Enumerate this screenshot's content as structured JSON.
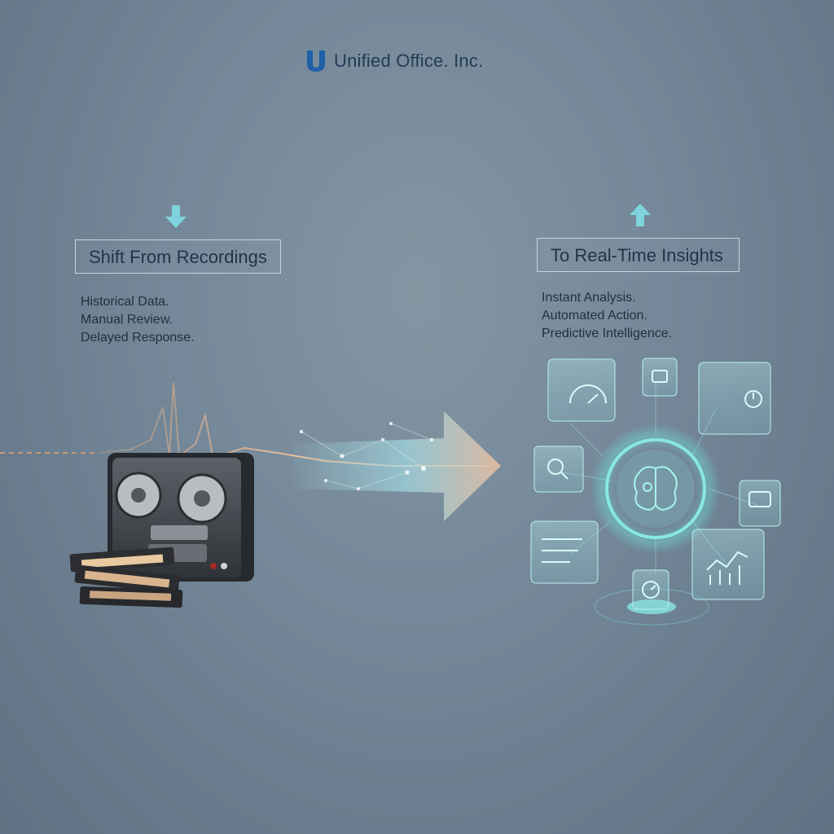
{
  "brand": {
    "name": "Unified Office. Inc.",
    "logo_letter": "U",
    "logo_color": "#1e5fa8"
  },
  "left": {
    "title": "Shift From Recordings",
    "items": [
      "Historical Data.",
      "Manual Review.",
      "Delayed Response."
    ],
    "arrow_icon": "arrow-down-icon"
  },
  "right": {
    "title": "To Real-Time Insights",
    "items": [
      "Instant Analysis.",
      "Automated Action.",
      "Predictive Intelligence."
    ],
    "arrow_icon": "arrow-up-icon"
  },
  "colors": {
    "accent_teal": "#7fe3e0",
    "accent_orange": "#f3b98a",
    "text_dark": "#223548"
  }
}
